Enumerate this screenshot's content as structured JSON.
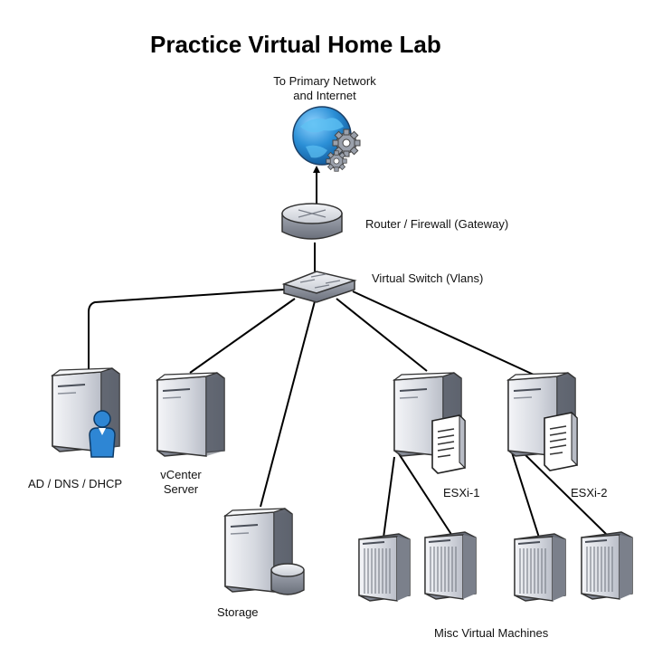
{
  "title": "Practice Virtual Home Lab",
  "nodes": {
    "internet": {
      "label_line1": "To Primary Network",
      "label_line2": "and Internet",
      "icon": "globe-gears-icon"
    },
    "router": {
      "label": "Router / Firewall (Gateway)",
      "icon": "router-icon"
    },
    "switch": {
      "label": "Virtual Switch (Vlans)",
      "icon": "switch-icon"
    },
    "ad": {
      "label": "AD / DNS / DHCP",
      "icon": "server-user-icon"
    },
    "vcenter": {
      "label_line1": "vCenter",
      "label_line2": "Server",
      "icon": "server-icon"
    },
    "storage": {
      "label": "Storage",
      "icon": "server-database-icon"
    },
    "esxi1": {
      "label": "ESXi-1",
      "icon": "server-document-icon"
    },
    "esxi2": {
      "label": "ESXi-2",
      "icon": "server-document-icon"
    },
    "vms": {
      "label": "Misc Virtual Machines",
      "icon": "blade-server-icon"
    }
  },
  "colors": {
    "server_light": "#e4e6ec",
    "server_dark": "#6f7480",
    "globe": "#2b8fd6",
    "user": "#2e86d4",
    "line": "#000000"
  }
}
